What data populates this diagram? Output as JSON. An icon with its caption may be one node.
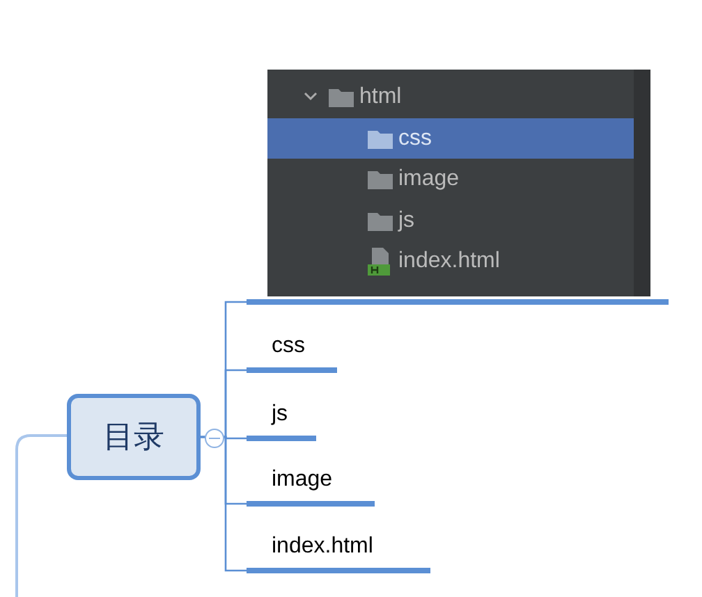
{
  "diagram": {
    "nodes": [
      {
        "text": [
          "目录"
        ]
      },
      {
        "text": [],
        "shape": "picture"
      },
      {
        "text": [
          "css"
        ]
      },
      {
        "text": [
          "js"
        ]
      },
      {
        "text": [
          "image"
        ]
      },
      {
        "text": [
          "index.html"
        ]
      }
    ],
    "edges": [
      {
        "from": null,
        "to": 0,
        "arrow": "none"
      },
      {
        "from": 0,
        "to": 1,
        "arrow": "none"
      },
      {
        "from": 0,
        "to": 2,
        "arrow": "none"
      },
      {
        "from": 0,
        "to": 3,
        "arrow": "none"
      },
      {
        "from": 0,
        "to": 4,
        "arrow": "none"
      },
      {
        "from": 0,
        "to": 5,
        "arrow": "none"
      }
    ],
    "labels": [
      "html",
      "css",
      "image",
      "js",
      "index.html"
    ]
  }
}
